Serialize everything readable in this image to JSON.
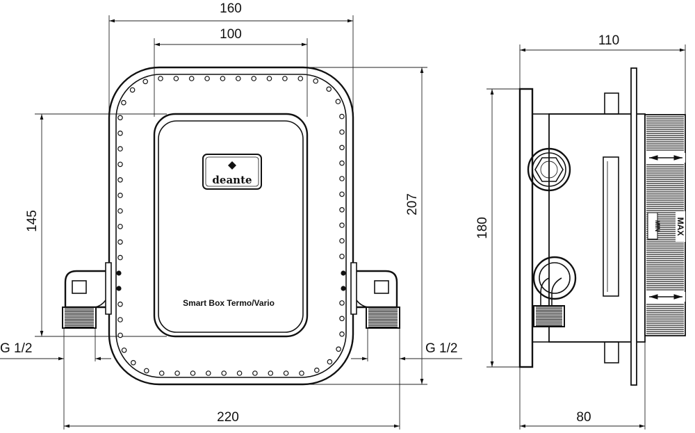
{
  "front_view": {
    "dims": {
      "width_outer": "160",
      "width_inner": "100",
      "height_inner": "145",
      "height_outer": "207",
      "width_total": "220",
      "thread_left": "G 1/2",
      "thread_right": "G 1/2"
    },
    "logo_text": "deante",
    "label": "Smart Box Termo/Vario"
  },
  "side_view": {
    "dims": {
      "depth_total": "110",
      "height": "180",
      "depth_box": "80"
    },
    "scale_min": "MIN",
    "scale_max": "MAX"
  }
}
